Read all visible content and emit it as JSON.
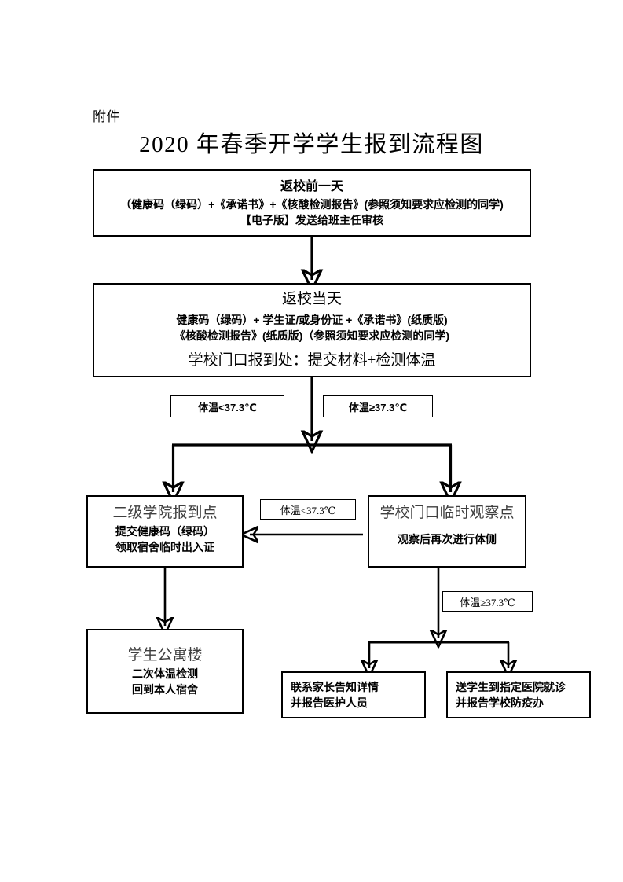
{
  "page": {
    "attachment_label": "附件",
    "title": "2020 年春季开学学生报到流程图"
  },
  "flow": {
    "box_pre_return": {
      "heading": "返校前一天",
      "line2": "（健康码（绿码）+《承诺书》+《核酸检测报告》(参照须知要求应检测的同学)",
      "line3": "【电子版】发送给班主任审核"
    },
    "box_return_day": {
      "heading": "返校当天",
      "line2": "健康码（绿码）+ 学生证/或身份证 +《承诺书》(纸质版)",
      "line3": "《核酸检测报告》(纸质版)（参照须知要求应检测的同学)",
      "line4": "学校门口报到处：提交材料+检测体温"
    },
    "box_college": {
      "heading": "二级学院报到点",
      "line2": "提交健康码（绿码）",
      "line3": "领取宿舍临时出入证"
    },
    "box_dorm": {
      "heading": "学生公寓楼",
      "line2": "二次体温检测",
      "line3": "回到本人宿舍"
    },
    "box_observe": {
      "heading": "学校门口临时观察点",
      "line2": "观察后再次进行体侧"
    },
    "box_contact": {
      "line1": "联系家长告知详情",
      "line2": "并报告医护人员"
    },
    "box_hospital": {
      "line1": "送学生到指定医院就诊",
      "line2": "并报告学校防疫办"
    }
  },
  "conditions": {
    "low_top": "体温<37.3℃",
    "high_top": "体温≥37.3℃",
    "low_mid": "体温<37.3℃",
    "high_low": "体温≥37.3℃"
  },
  "colors": {
    "stroke": "#000000",
    "background": "#ffffff",
    "heading_gray": "#3f3f3f"
  }
}
